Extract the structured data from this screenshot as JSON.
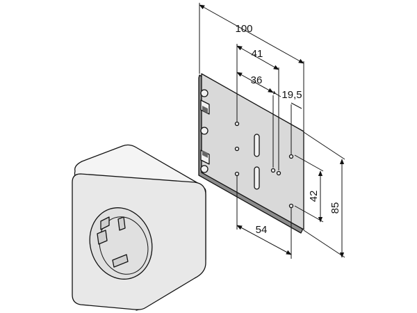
{
  "dimensions": {
    "overall_width": "100",
    "upper_spacing": "41",
    "inner_spacing": "36",
    "edge_offset": "19,5",
    "lower_spacing": "54",
    "hole_spacing_vertical": "42",
    "overall_height": "85"
  },
  "colors": {
    "plate_face": "#d9d9d9",
    "plate_edge": "#8c8c8c",
    "box_front": "#e8e8e8",
    "box_top": "#f4f4f4",
    "box_side": "#d2d2d2",
    "line": "#111111"
  }
}
